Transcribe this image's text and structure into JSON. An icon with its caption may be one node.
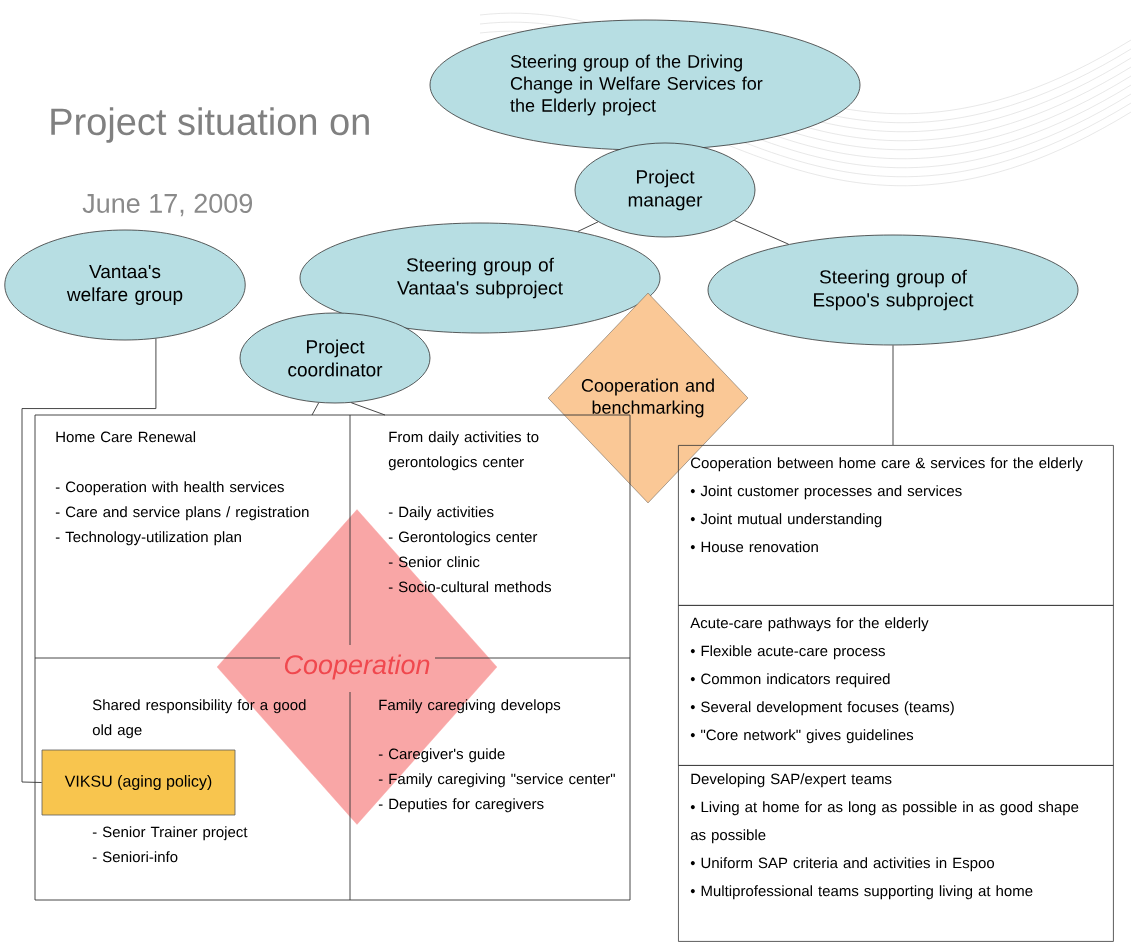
{
  "diagram": {
    "title": "Project situation on",
    "nodes": [
      {
        "text": [
          "Steering group of the Driving Change in Welfare Services for the Elderly project"
        ]
      },
      {
        "text": [
          "Project manager"
        ]
      },
      {
        "text": [
          "Vantaa's welfare group"
        ]
      },
      {
        "text": [
          "Steering group of Vantaa's subproject"
        ]
      },
      {
        "text": [
          "Steering group of Espoo's subproject"
        ]
      },
      {
        "text": [
          "Project coordinator"
        ]
      },
      {
        "text": [
          "Cooperation and benchmarking"
        ]
      },
      {
        "text": [
          "Home Care Renewal",
          "- Cooperation with health services",
          "- Care and service plans / registration",
          "- Technology-utilization plan"
        ]
      },
      {
        "text": [
          "From daily activities to gerontologics center",
          "- Daily activities",
          "- Gerontologics center",
          "- Senior clinic",
          "- Socio-cultural methods"
        ]
      },
      {
        "text": [
          "Shared responsibility for a good old age",
          "- Senior Trainer project",
          "- Seniori-info"
        ]
      },
      {
        "text": [
          "VIKSU (aging policy)"
        ],
        "in": 9
      },
      {
        "text": [
          "Family caregiving develops",
          "- Caregiver's guide",
          "- Family caregiving \"service center\"",
          "- Deputies for caregivers"
        ]
      },
      {
        "text": [
          "Cooperation"
        ]
      },
      {
        "text": [
          "Cooperation between home care & services for the elderly",
          "• Joint customer processes and services",
          "• Joint mutual understanding",
          "• House renovation"
        ]
      },
      {
        "text": [
          "Acute-care pathways for the elderly",
          "• Flexible acute-care process",
          "• Common indicators required",
          "• Several development focuses (teams)",
          "• \"Core network\" gives guidelines"
        ]
      },
      {
        "text": [
          "Developing SAP/expert teams",
          "• Living at home for as long as possible in as good shape as possible",
          "• Uniform SAP criteria and activities in Espoo",
          "• Multiprofessional teams supporting living at home"
        ]
      }
    ],
    "edges": [
      {
        "from": 1,
        "to": 3,
        "arrow": "none"
      },
      {
        "from": 1,
        "to": 4,
        "arrow": "none"
      },
      {
        "from": 5,
        "to": 7,
        "arrow": "none"
      },
      {
        "from": 5,
        "to": 8,
        "arrow": "none"
      },
      {
        "from": 2,
        "to": 10,
        "arrow": "none"
      },
      {
        "from": 4,
        "to": 13,
        "arrow": "none"
      }
    ],
    "labels": [
      "June 17, 2009"
    ]
  }
}
